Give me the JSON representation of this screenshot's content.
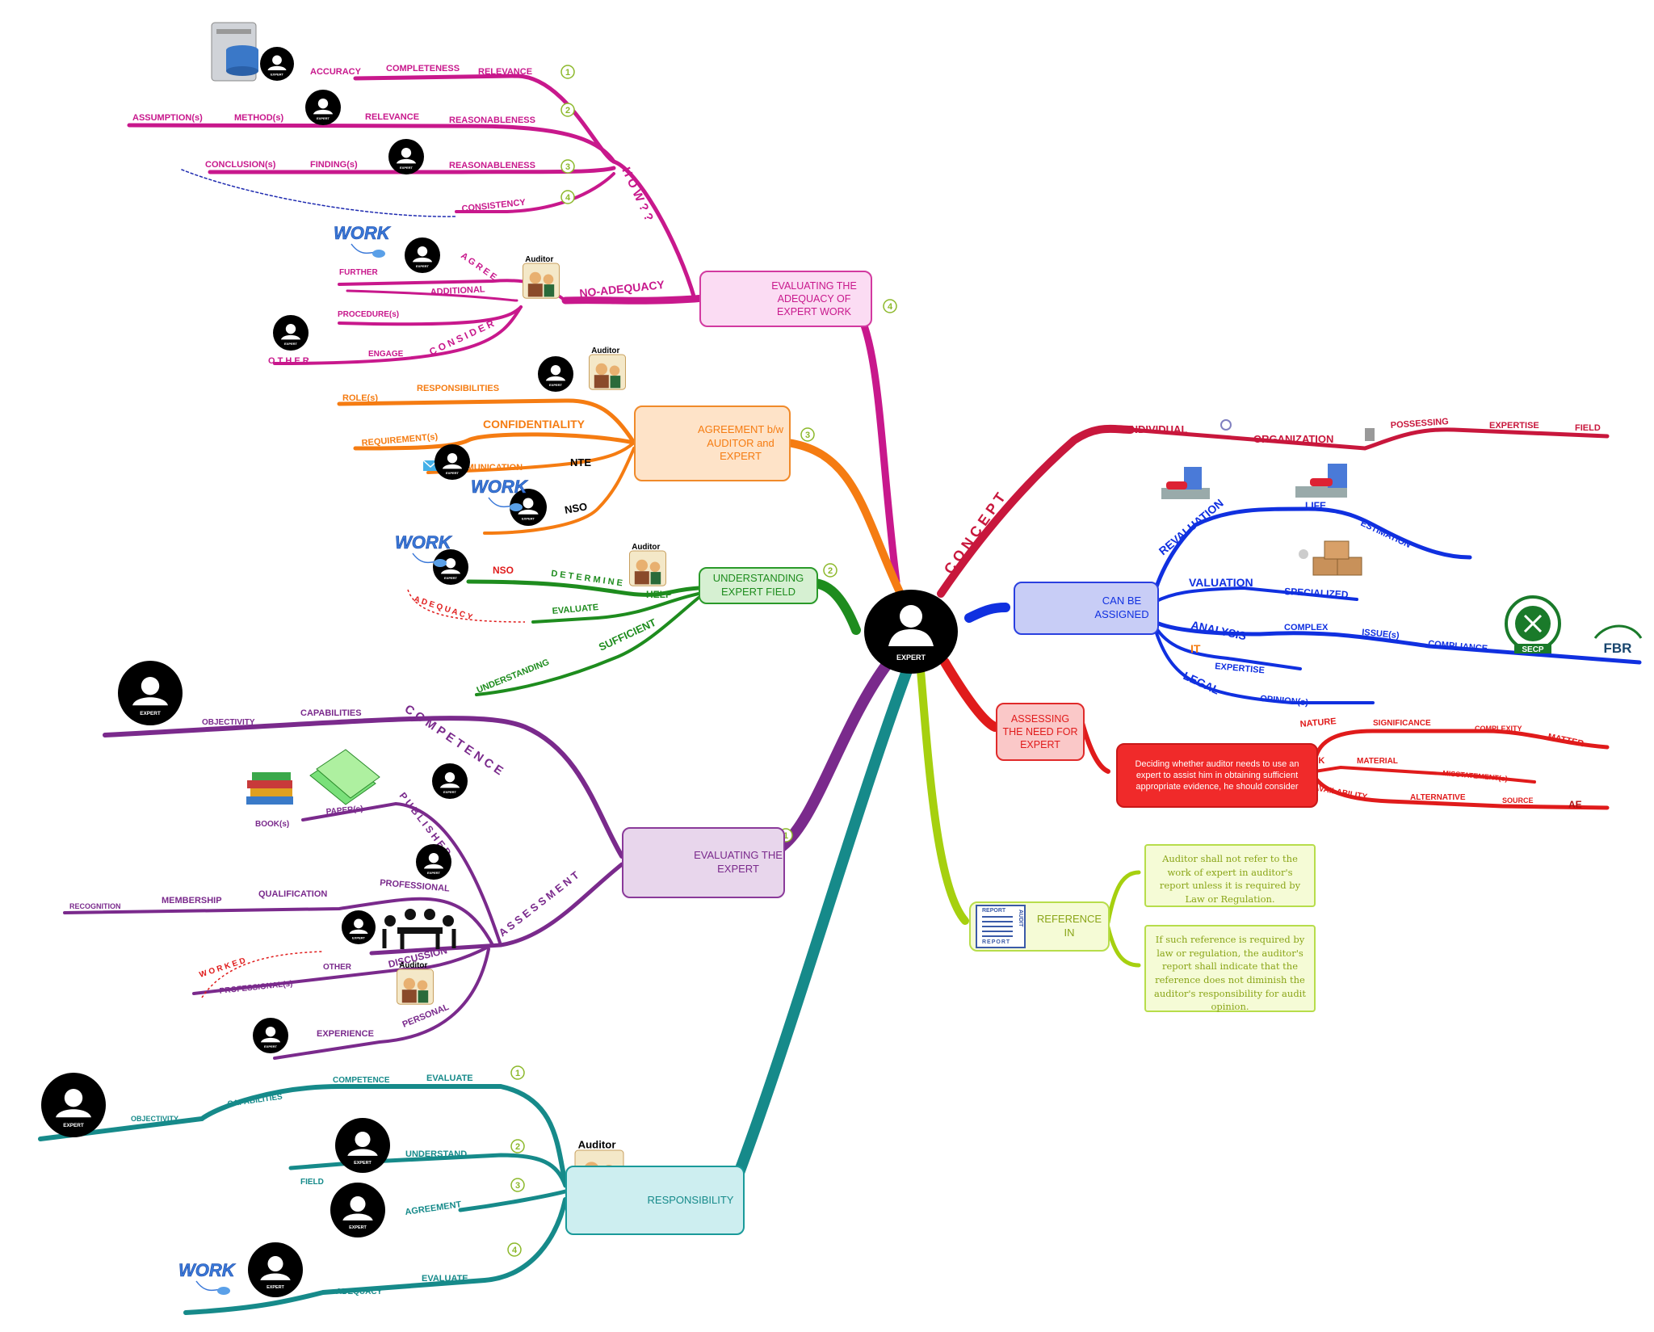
{
  "center": {
    "label": "EXPERT"
  },
  "expert_icon_caption": "EXPERT",
  "auditor_caption": "Auditor",
  "work_caption": "WORK",
  "nodes": {
    "evaluating_work": "EVALUATING THE ADEQUACY OF EXPERT WORK",
    "agreement": "AGREEMENT b/w AUDITOR and EXPERT",
    "understanding": "UNDERSTANDING EXPERT FIELD",
    "evaluating_expert": "EVALUATING THE EXPERT",
    "responsibility": "RESPONSIBILITY",
    "can_be_assigned": "CAN BE ASSIGNED",
    "assessing_need": "ASSESSING THE NEED FOR EXPERT",
    "deciding": "Deciding whether auditor needs to use an expert to assist him in obtaining sufficient appropriate evidence, he should consider",
    "reference_in": "REFERENCE IN",
    "note1": "Auditor shall not refer to the work of expert in auditor's report unless it is required by Law or Regulation.",
    "note2": "If such reference is required by law or regulation, the auditor's report shall indicate that the reference does not diminish the auditor's responsibility for audit opinion."
  },
  "numbers": [
    "1",
    "2",
    "3",
    "4"
  ],
  "how_branch": {
    "heading": "H O W ? ?",
    "row1": [
      "ACCURACY",
      "COMPLETENESS",
      "RELEVANCE"
    ],
    "row2": [
      "ASSUMPTION(s)",
      "METHOD(s)",
      "RELEVANCE",
      "REASONABLENESS"
    ],
    "row3": [
      "CONCLUSION(s)",
      "FINDING(s)",
      "REASONABLENESS"
    ],
    "row4": [
      "CONSISTENCY"
    ],
    "no_adequacy": "NO-ADEQUACY",
    "agree": "A G R E E",
    "further": "FURTHER",
    "additional": "ADDITIONAL",
    "procedures": "PROCEDURE(s)",
    "consider": "C O N S I D E R",
    "other": "O T H E R",
    "engage": "ENGAGE"
  },
  "agreement_branch": {
    "roles": "ROLE(s)",
    "responsibilities": "RESPONSIBILITIES",
    "confidentiality": "CONFIDENTIALITY",
    "requirements": "REQUIREMENT(s)",
    "communication": "COMMUNICATION",
    "nte": "NTE",
    "nso": "NSO"
  },
  "understanding_branch": {
    "nso": "NSO",
    "determine": "D E T E R M I N E",
    "help": "HELP",
    "evaluate": "EVALUATE",
    "adequacy": "A D E Q U A C Y",
    "sufficient": "SUFFICIENT",
    "understanding": "UNDERSTANDING"
  },
  "expert_branch": {
    "objectivity": "OBJECTIVITY",
    "capabilities": "CAPABILITIES",
    "competence": "C O M P E T E N C E",
    "books": "BOOK(s)",
    "papers": "PAPER(s)",
    "published": "P U B L I S H E D",
    "recognition": "RECOGNITION",
    "membership": "MEMBERSHIP",
    "qualification": "QUALIFICATION",
    "professional": "PROFESSIONAL",
    "assessment": "A S S E S S M E N T",
    "worked": "W O R K E D",
    "other": "OTHER",
    "professionals": "PROFESSIONAL(s)",
    "discussion": "DISCUSSION",
    "personal": "PERSONAL",
    "experience": "EXPERIENCE"
  },
  "responsibility_branch": {
    "r1": [
      "OBJECTIVITY",
      "CAPABILITIES",
      "COMPETENCE",
      "EVALUATE"
    ],
    "r2": [
      "FIELD",
      "UNDERSTAND"
    ],
    "r3": [
      "AGREEMENT"
    ],
    "r4": [
      "ADEQUACY",
      "EVALUATE"
    ]
  },
  "concept_branch": {
    "concept": "C O N C E P T",
    "individual": "INDIVIDUAL",
    "organization": "ORGANIZATION",
    "possessing": "POSSESSING",
    "expertise": "EXPERTISE",
    "field": "FIELD"
  },
  "assigned_branch": {
    "revaluation": "REVALUATION",
    "life": "LIFE",
    "estimation": "ESTIMATION",
    "valuation": "VALUATION",
    "specialized": "SPECIALIZED",
    "analysis": "ANALYSIS",
    "complex": "COMPLEX",
    "issues": "ISSUE(s)",
    "compliance": "COMPLIANCE",
    "it": "IT",
    "expertise": "EXPERTISE",
    "legal": "LEGAL",
    "opinions": "OPINION(s)",
    "secp": "SECP",
    "fbr": "FBR"
  },
  "need_branch": {
    "nature": "NATURE",
    "significance": "SIGNIFICANCE",
    "complexity": "COMPLEXITY",
    "matter": "MATTER",
    "risk": "RISK",
    "material": "MATERIAL",
    "misstatement": "MISSTATEMENT(s)",
    "availability": "AVAILABILITY",
    "alternative": "ALTERNATIVE",
    "source": "SOURCE",
    "ae": "AE"
  },
  "report_icon": {
    "top": "REPORT",
    "side": "AUDIT",
    "bottom": "REPORT"
  },
  "colors": {
    "magenta": "#c8188c",
    "orange": "#f57c12",
    "green": "#1e8c1e",
    "purple": "#7a2a8c",
    "teal": "#168a8a",
    "crimson": "#c8173c",
    "blue": "#1030e0",
    "red": "#e01b1b",
    "lime": "#a6d00f"
  }
}
